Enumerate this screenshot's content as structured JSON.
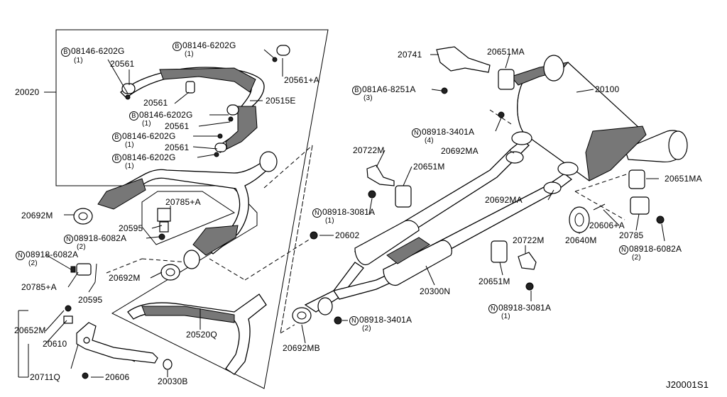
{
  "diagram": {
    "labels": {
      "p20020": "20020",
      "bolt1_num": "08146-6202G",
      "bolt1_qty": "(1)",
      "p20561_a": "20561",
      "bolt2_num": "08146-6202G",
      "bolt2_qty": "(1)",
      "p20561_plus_a": "20561+A",
      "p20561_b": "20561",
      "bolt3_num": "08146-6202G",
      "bolt3_qty": "(1)",
      "p20515e": "20515E",
      "p20561_c": "20561",
      "bolt4_num": "08146-6202G",
      "bolt4_qty": "(1)",
      "p20561_d": "20561",
      "bolt5_num": "08146-6202G",
      "bolt5_qty": "(1)",
      "p20692m_a": "20692M",
      "p20785_plus_a_top": "20785+A",
      "p20595_a": "20595",
      "nut1_num": "08918-6082A",
      "nut1_qty": "(2)",
      "nut2_num": "08918-6082A",
      "nut2_qty": "(2)",
      "p20785_plus_a_left": "20785+A",
      "p20595_b": "20595",
      "p20692m_b": "20692M",
      "p20602": "20602",
      "p20652m": "20652M",
      "p20610": "20610",
      "p20711q": "20711Q",
      "p20606": "20606",
      "p20030b": "20030B",
      "p20520q": "20520Q",
      "p20741": "20741",
      "p20651ma_top": "20651MA",
      "bolt6_num": "081A6-8251A",
      "bolt6_qty": "(3)",
      "p20100": "20100",
      "nut3_num": "08918-3401A",
      "nut3_qty": "(4)",
      "p20722m_a": "20722M",
      "p20692ma_a": "20692MA",
      "p20651m_a": "20651M",
      "p20651ma_right": "20651MA",
      "p20692ma_b": "20692MA",
      "nut4_num": "08918-3081A",
      "nut4_qty": "(1)",
      "p20606_plus_a": "20606+A",
      "p20785": "20785",
      "p20640m": "20640M",
      "nut5_num": "08918-6082A",
      "nut5_qty": "(2)",
      "p20722m_b": "20722M",
      "p20651m_b": "20651M",
      "p20300n": "20300N",
      "nut6_num": "08918-3081A",
      "nut6_qty": "(1)",
      "nut7_num": "08918-3401A",
      "nut7_qty": "(2)",
      "p20692mb": "20692MB",
      "ref_code": "J20001S1"
    },
    "symbols": {
      "bolt": "B",
      "nut": "N"
    }
  }
}
